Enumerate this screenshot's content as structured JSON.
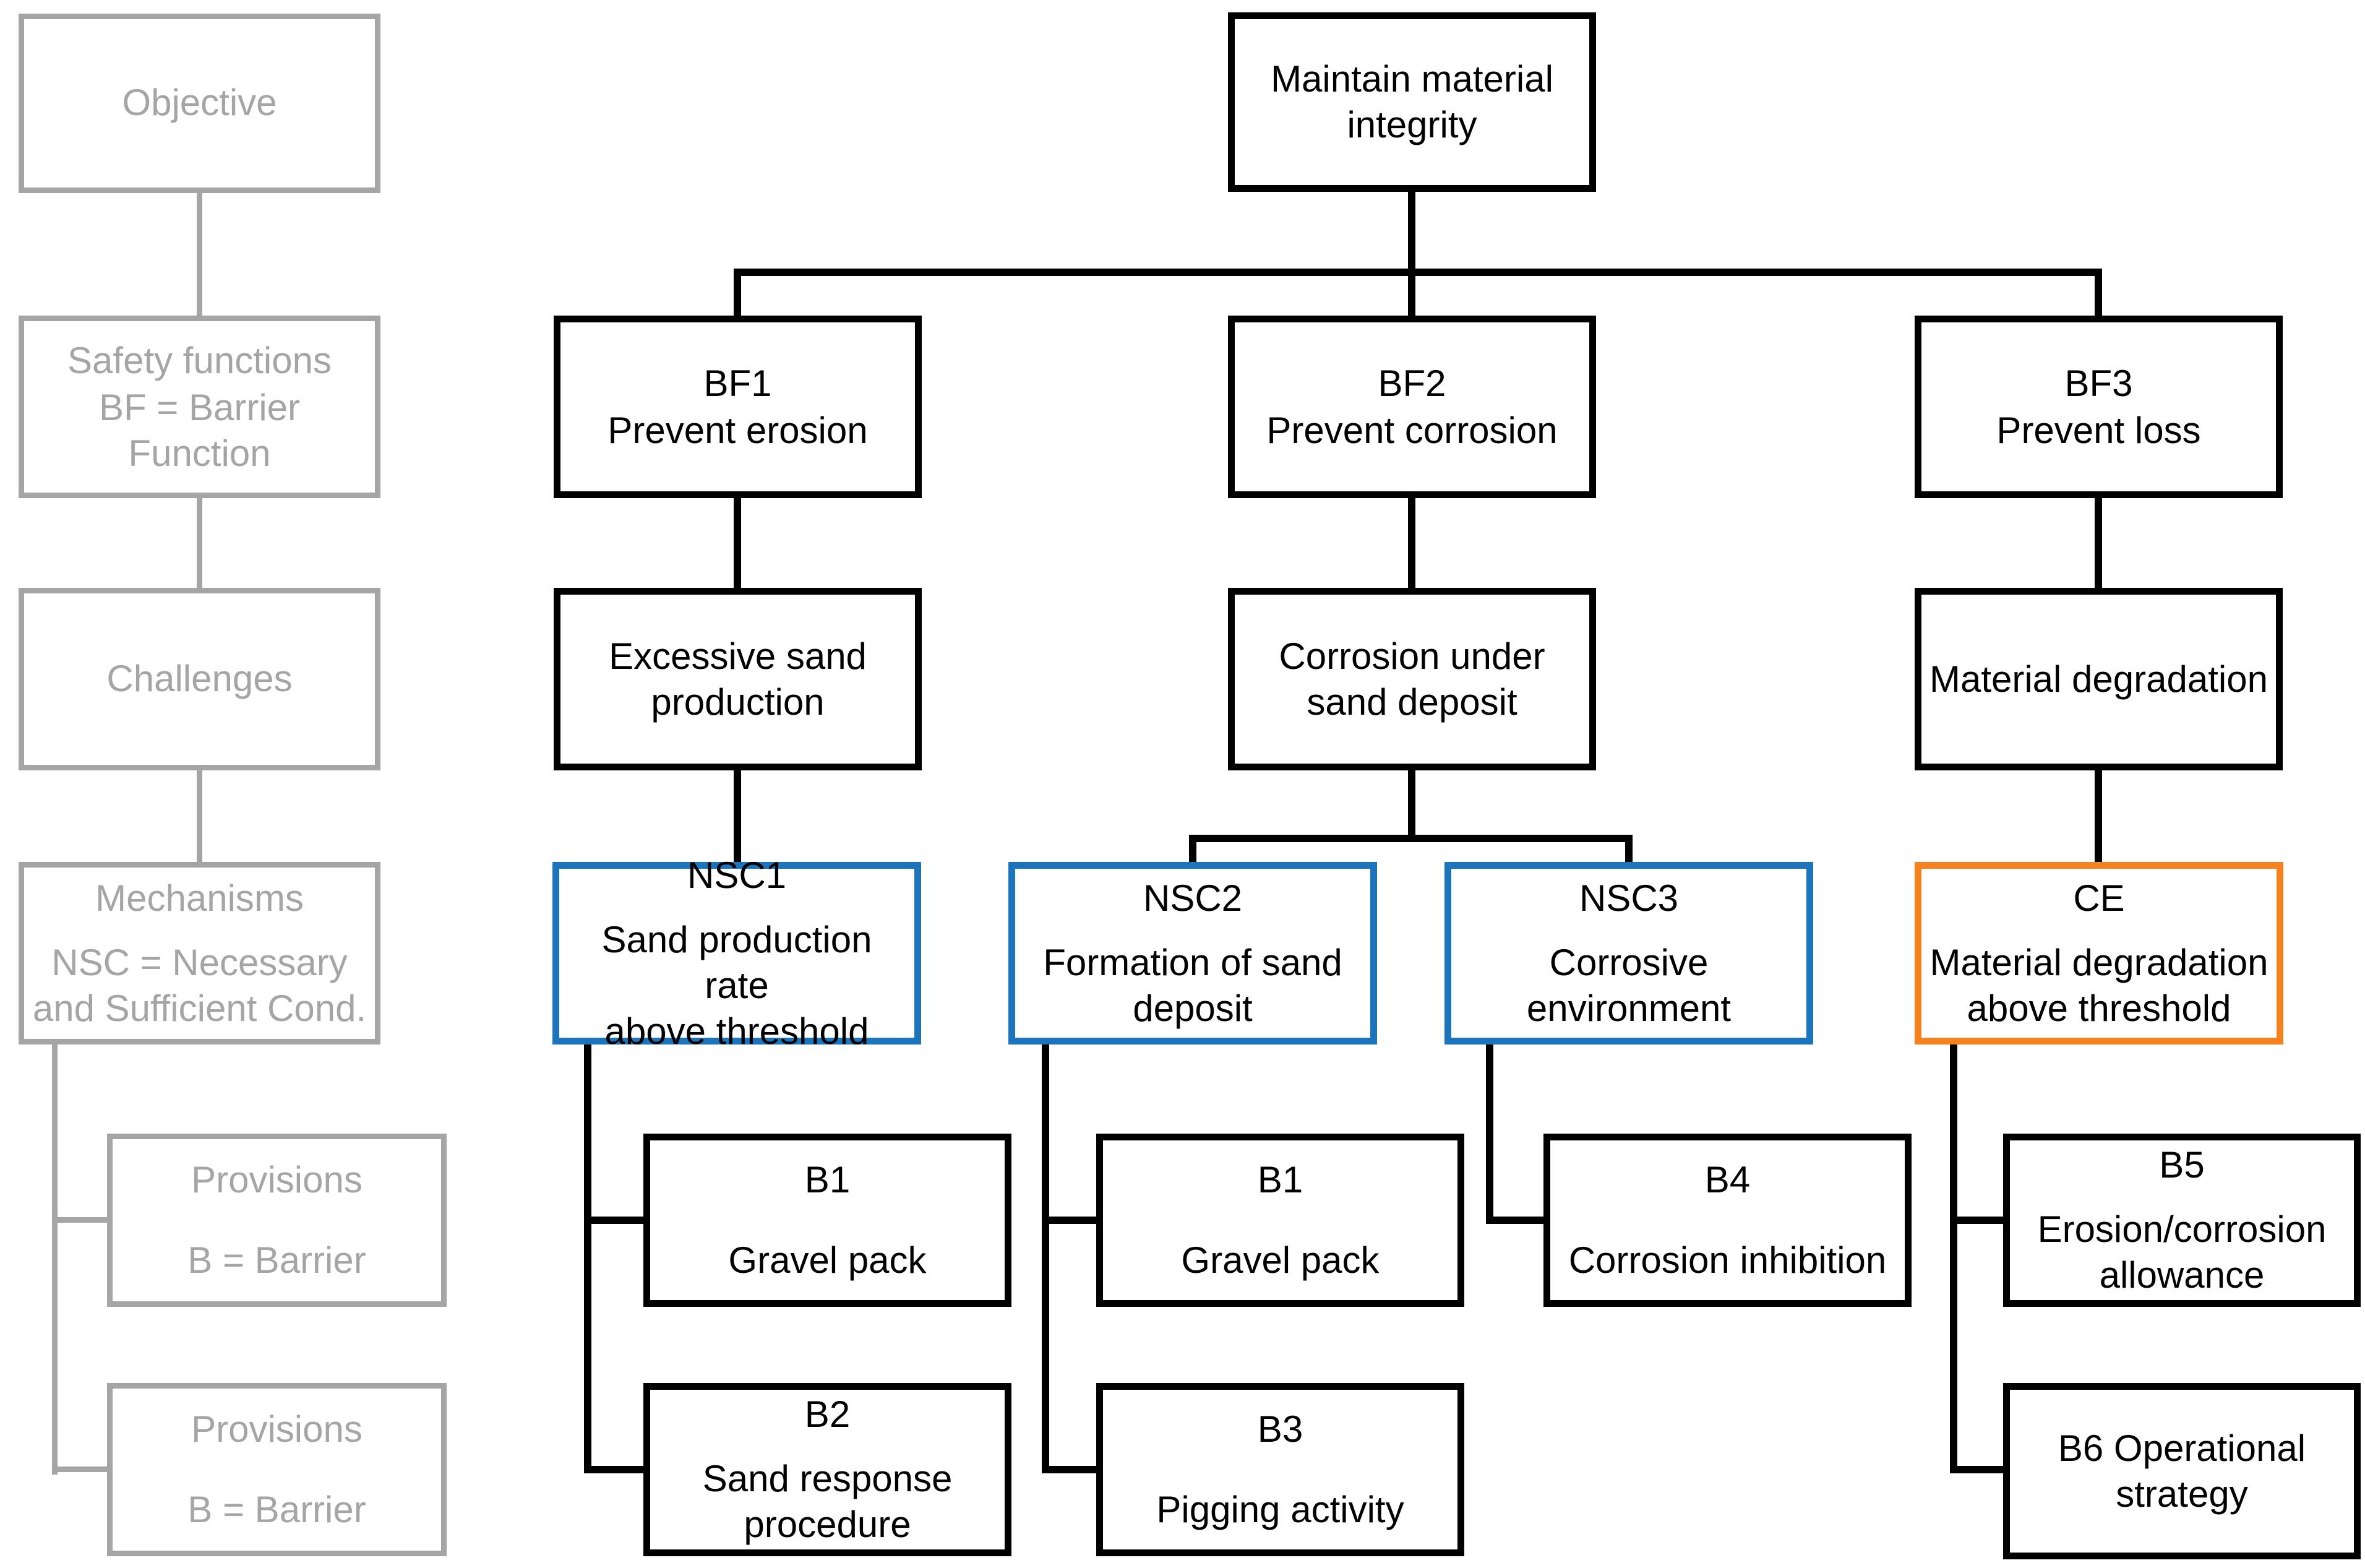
{
  "diagram": {
    "colors": {
      "node_border": "#000000",
      "legend_gray": "#A5A5A5",
      "nsc_border": "#1C75BC",
      "ce_border": "#F6821F"
    },
    "legend": {
      "objective": {
        "title": "Objective"
      },
      "safety": {
        "title": "Safety functions",
        "desc": "BF = Barrier Function"
      },
      "challenges": {
        "title": "Challenges"
      },
      "mechanisms": {
        "title": "Mechanisms",
        "desc": "NSC = Necessary\nand Sufficient Cond."
      },
      "provisions_top": {
        "title": "Provisions",
        "desc": "B = Barrier"
      },
      "provisions_bottom": {
        "title": "Provisions",
        "desc": "B = Barrier"
      }
    },
    "nodes": {
      "objective": {
        "desc": "Maintain material\nintegrity"
      },
      "bf1": {
        "title": "BF1",
        "desc": "Prevent erosion"
      },
      "bf2": {
        "title": "BF2",
        "desc": "Prevent corrosion"
      },
      "bf3": {
        "title": "BF3",
        "desc": "Prevent loss"
      },
      "ch1": {
        "desc": "Excessive sand\nproduction"
      },
      "ch2": {
        "desc": "Corrosion under\nsand deposit"
      },
      "ch3": {
        "desc": "Material degradation"
      },
      "nsc1": {
        "title": "NSC1",
        "desc": "Sand production rate\nabove threshold"
      },
      "nsc2": {
        "title": "NSC2",
        "desc": "Formation of sand\ndeposit"
      },
      "nsc3": {
        "title": "NSC3",
        "desc": "Corrosive\nenvironment"
      },
      "ce": {
        "title": "CE",
        "desc": "Material degradation\nabove threshold"
      },
      "b1_erosion": {
        "title": "B1",
        "desc": "Gravel pack"
      },
      "b1_corrosion": {
        "title": "B1",
        "desc": "Gravel pack"
      },
      "b4": {
        "title": "B4",
        "desc": "Corrosion inhibition"
      },
      "b5": {
        "title": "B5",
        "desc": "Erosion/corrosion\nallowance"
      },
      "b2": {
        "title": "B2",
        "desc": "Sand response\nprocedure"
      },
      "b3": {
        "title": "B3",
        "desc": "Pigging activity"
      },
      "b6": {
        "desc": "B6 Operational\nstrategy"
      }
    }
  }
}
